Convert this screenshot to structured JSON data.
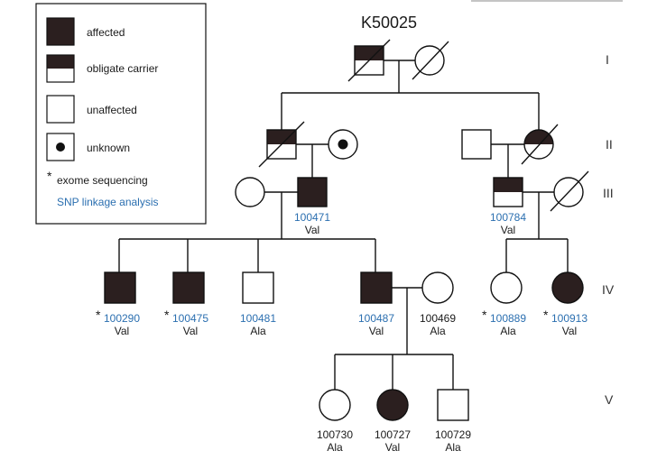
{
  "title": "K50025",
  "legend": {
    "affected": "affected",
    "obligate_carrier": "obligate carrier",
    "unaffected": "unaffected",
    "unknown": "unknown",
    "exome_mark": "*",
    "exome_label": "exome sequencing",
    "snp_label": "SNP linkage analysis"
  },
  "colors": {
    "affected_fill": "#2b1f1f",
    "id_blue": "#2b6fb0",
    "line": "#111111"
  },
  "generations": [
    "I",
    "II",
    "III",
    "IV",
    "V"
  ],
  "individuals": {
    "g3_left_male": {
      "id": "100471",
      "allele": "Val"
    },
    "g3_right_male": {
      "id": "100784",
      "allele": "Val"
    },
    "g4_1": {
      "id": "100290",
      "allele": "Val",
      "exome": "*"
    },
    "g4_2": {
      "id": "100475",
      "allele": "Val",
      "exome": "*"
    },
    "g4_3": {
      "id": "100481",
      "allele": "Ala"
    },
    "g4_4": {
      "id": "100487",
      "allele": "Val"
    },
    "g4_5": {
      "id": "100469",
      "allele": "Ala"
    },
    "g4_6": {
      "id": "100889",
      "allele": "Ala",
      "exome": "*"
    },
    "g4_7": {
      "id": "100913",
      "allele": "Val",
      "exome": "*"
    },
    "g5_1": {
      "id": "100730",
      "allele": "Ala"
    },
    "g5_2": {
      "id": "100727",
      "allele": "Val"
    },
    "g5_3": {
      "id": "100729",
      "allele": "Ala"
    }
  }
}
